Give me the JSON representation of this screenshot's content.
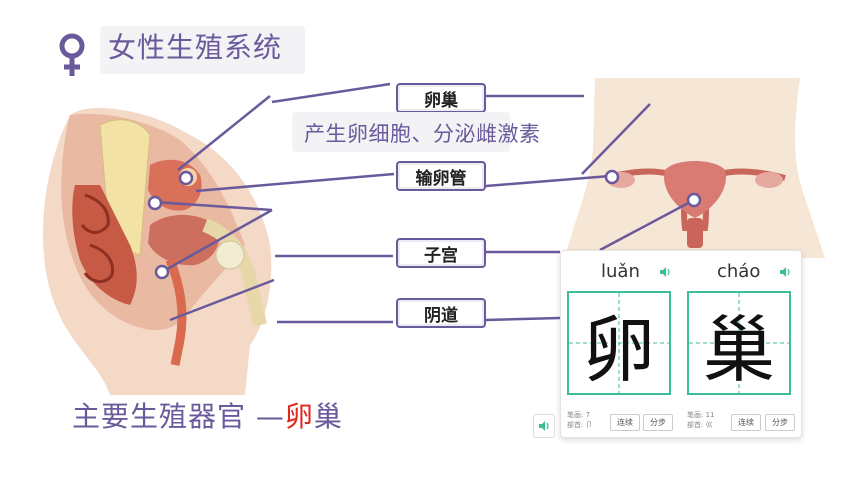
{
  "title": "女性生殖系统",
  "subtitle": "产生卵细胞、分泌雌激素",
  "labels": {
    "ovary": "卵巢",
    "oviduct": "输卵管",
    "uterus": "子宫",
    "vagina": "阴道"
  },
  "bottom": {
    "prefix": "主要生殖器官 —",
    "highlight": "卵",
    "suffix": "巢"
  },
  "colors": {
    "accent": "#6a5a9c",
    "highlight": "#e0281e",
    "grid": "#3bbf9a"
  },
  "card": {
    "chars": [
      {
        "pinyin": "luǎn",
        "hanzi": "卵",
        "strokes": "笔画: 7",
        "radical": "部首: 卩"
      },
      {
        "pinyin": "cháo",
        "hanzi": "巢",
        "strokes": "笔画: 11",
        "radical": "部首: 巛"
      }
    ],
    "btn_continuous": "连续",
    "btn_step": "分步"
  }
}
